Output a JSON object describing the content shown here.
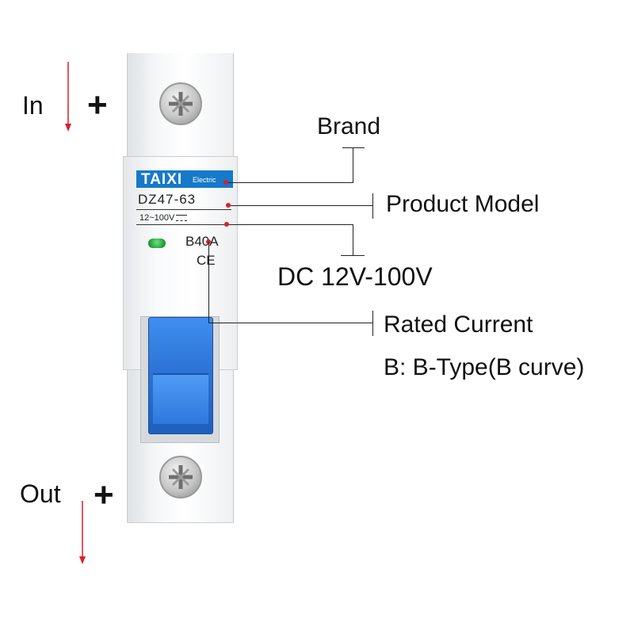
{
  "terminals": {
    "in_label": "In",
    "in_sign": "+",
    "out_label": "Out",
    "out_sign": "+"
  },
  "device": {
    "brand_main": "TAIXI",
    "brand_sub": "Electric",
    "model": "DZ47-63",
    "voltage_marking": "12~100V",
    "rating": "B40A",
    "cert_mark": "CE"
  },
  "callouts": {
    "brand": "Brand",
    "product_model": "Product Model",
    "voltage": "DC 12V-100V",
    "rated_current": "Rated Current",
    "curve_note": "B: B-Type(B curve)"
  },
  "colors": {
    "arrow": "#d9202a",
    "label_blue": "#1679c9",
    "toggle_blue": "#2c74d6",
    "led_green": "#1f9d3a"
  }
}
